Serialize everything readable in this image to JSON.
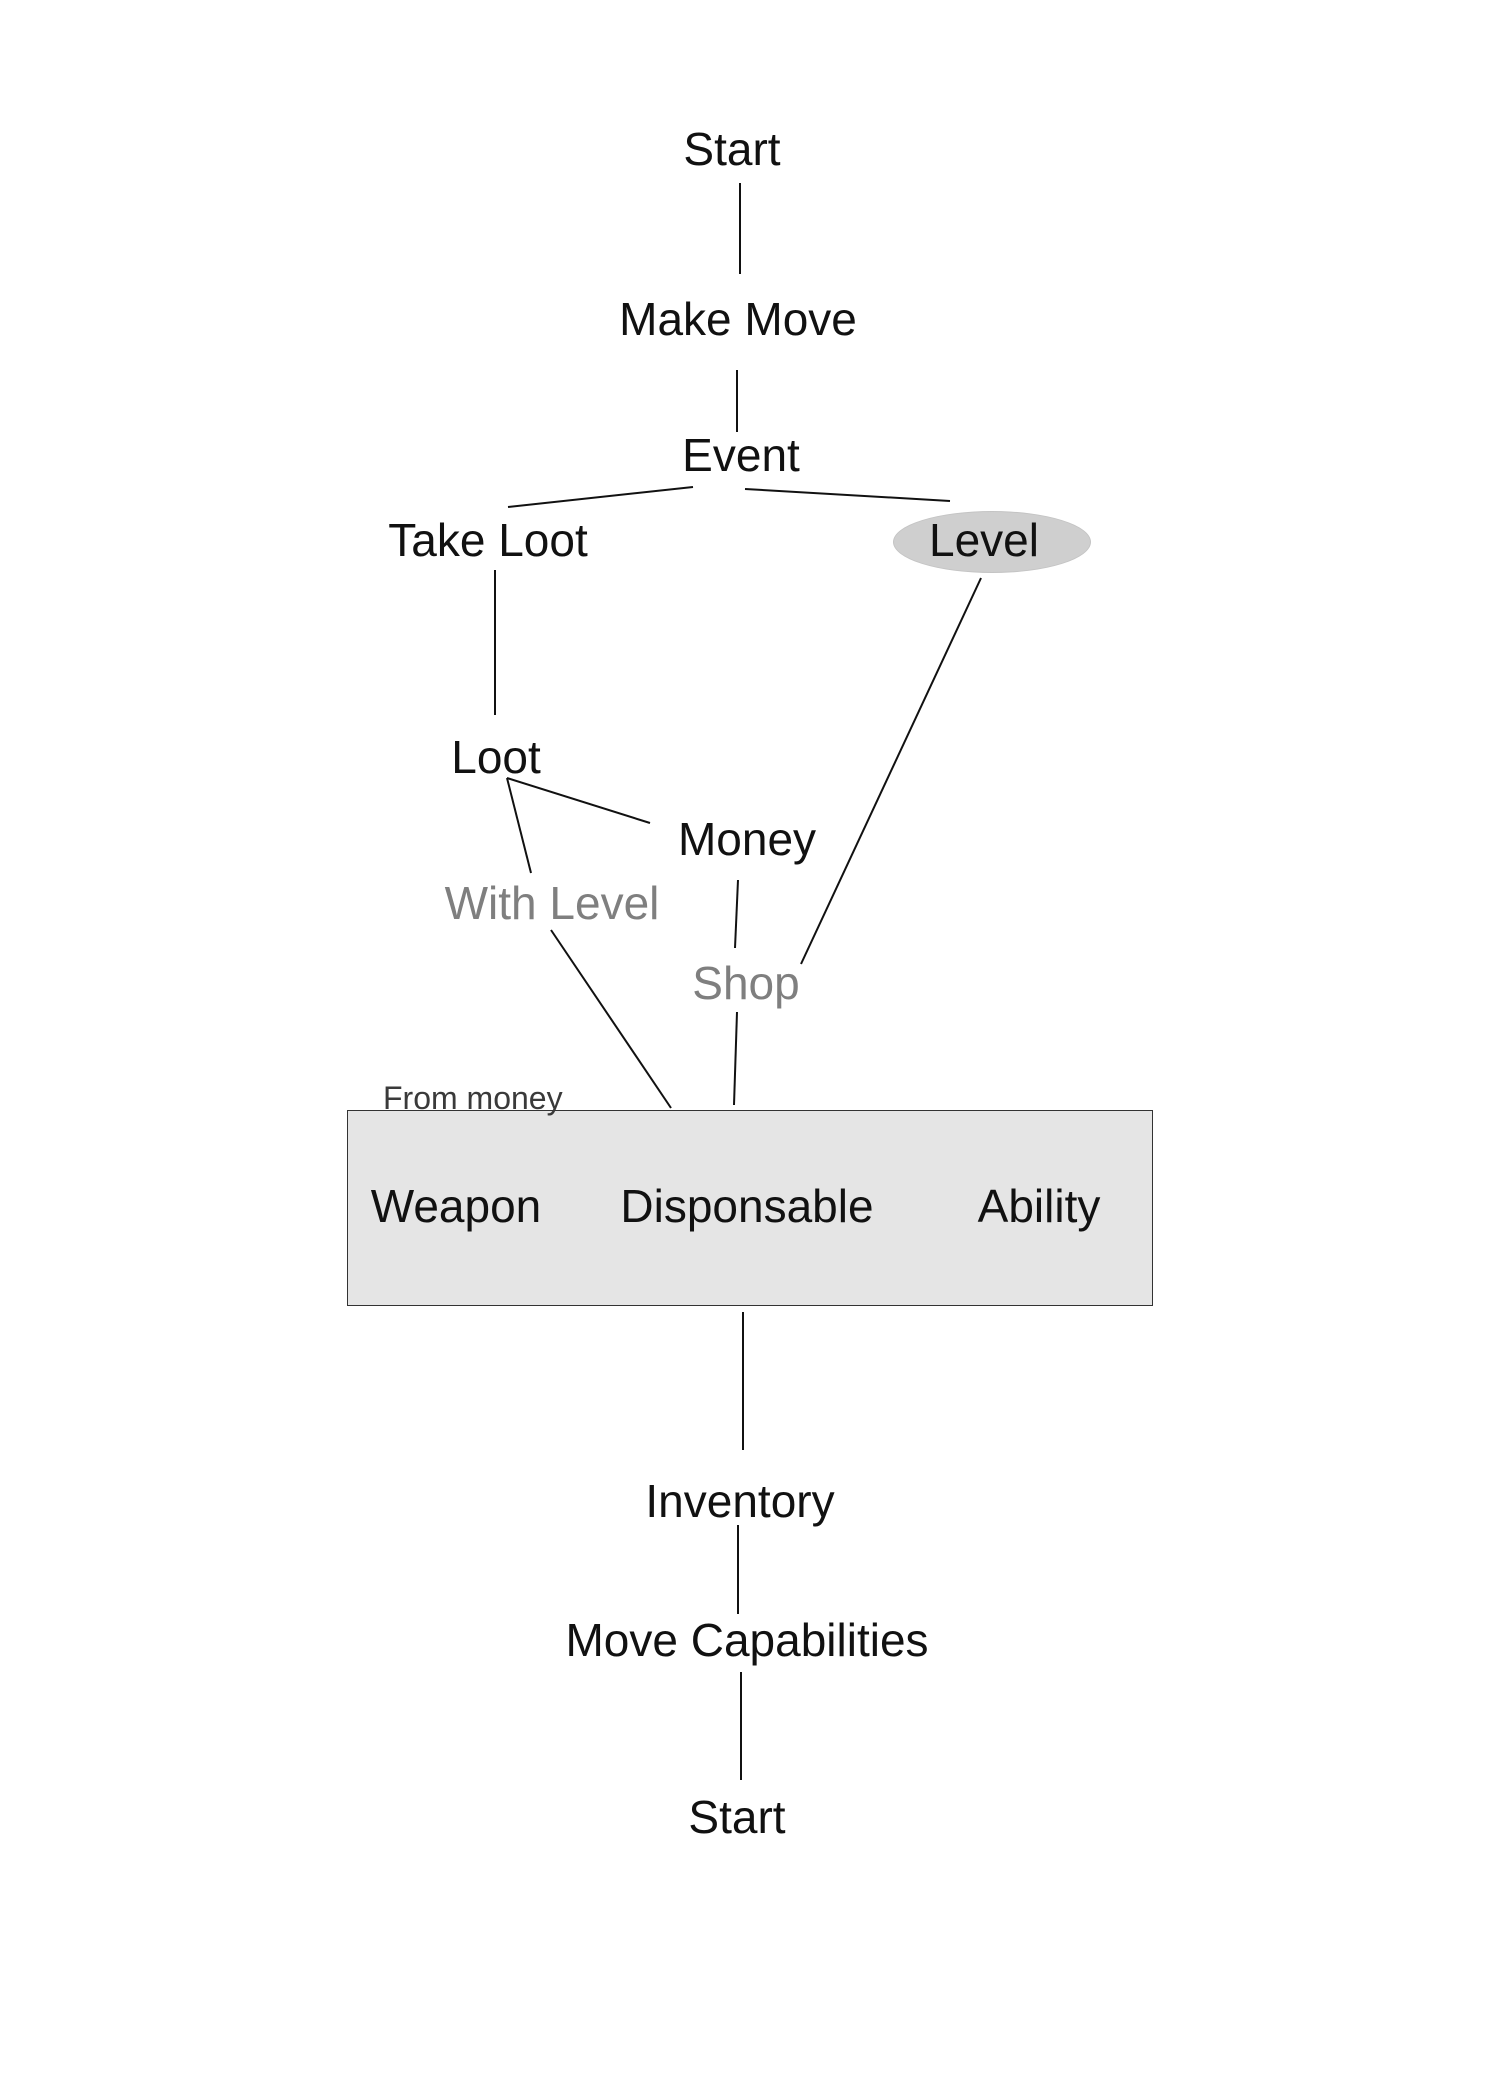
{
  "nodes": {
    "start_top": "Start",
    "make_move": "Make Move",
    "event": "Event",
    "take_loot": "Take Loot",
    "level": "Level",
    "loot": "Loot",
    "money": "Money",
    "with_level": "With Level",
    "shop": "Shop",
    "from_money": "From money",
    "weapon": "Weapon",
    "disponsable": "Disponsable",
    "ability": "Ability",
    "inventory": "Inventory",
    "move_capabilities": "Move Capabilities",
    "start_bottom": "Start"
  },
  "colors": {
    "text": "#111111",
    "muted_text": "#7f7f7f",
    "line": "#111111",
    "ellipse_fill": "#cfcfcf",
    "box_fill": "#e5e5e5"
  }
}
